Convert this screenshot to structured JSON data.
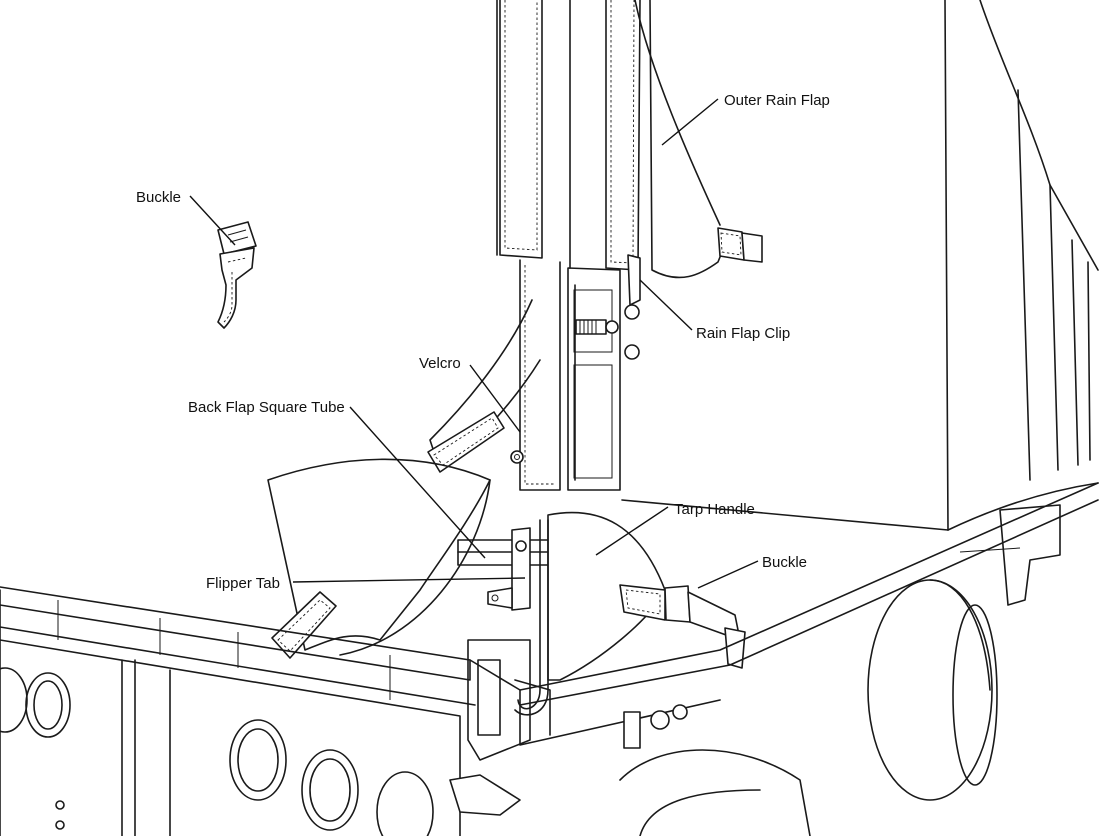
{
  "labels": {
    "outer_rain_flap": "Outer Rain Flap",
    "buckle_left": "Buckle",
    "rain_flap_clip": "Rain Flap Clip",
    "velcro": "Velcro",
    "back_flap_square_tube": "Back Flap Square Tube",
    "tarp_handle": "Tarp Handle",
    "buckle_right": "Buckle",
    "flipper_tab": "Flipper Tab"
  },
  "colors": {
    "line": "#1a1a1a",
    "background": "#ffffff"
  }
}
